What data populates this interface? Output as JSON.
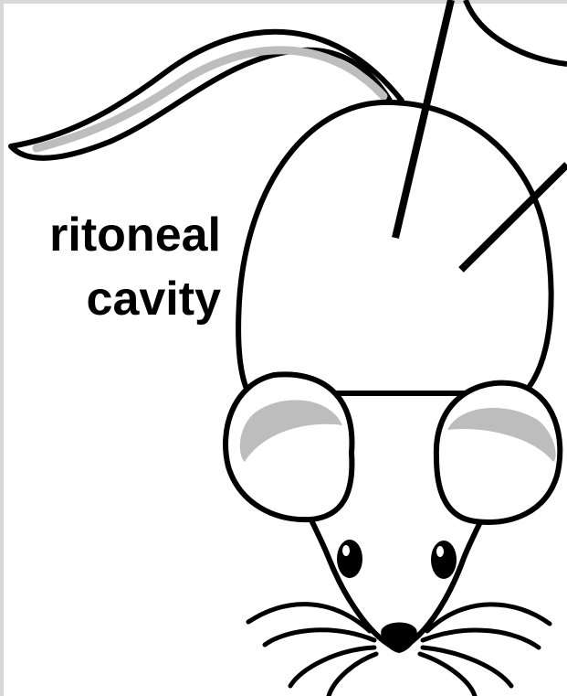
{
  "figure": {
    "label_lines": [
      "ritoneal",
      "cavity"
    ],
    "icons": [
      "mouse-illustration",
      "tail-icon",
      "ear-icon",
      "eye-icon",
      "nose-icon",
      "whisker-icon",
      "needle-line-icon"
    ],
    "colors": {
      "outline": "#000000",
      "fill": "#ffffff",
      "shade": "#bdbdbd",
      "frame": "#d8d8d8"
    }
  }
}
